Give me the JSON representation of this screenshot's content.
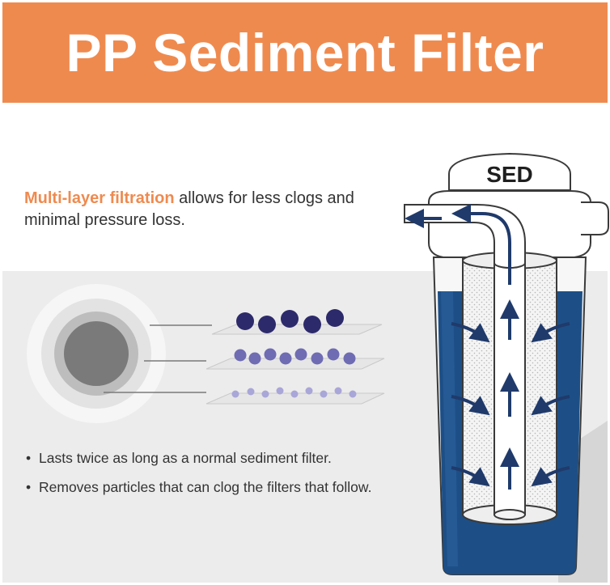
{
  "header": {
    "title": "PP Sediment Filter"
  },
  "intro": {
    "highlight": "Multi-layer filtration",
    "rest": " allows for less clogs and minimal pressure loss."
  },
  "bullets": [
    "Lasts twice as long as a normal sediment filter.",
    "Removes particles that can clog the filters that follow."
  ],
  "housing": {
    "label": "SED"
  },
  "colors": {
    "accent_orange": "#ef8a4f",
    "water_blue": "#1d4f86",
    "arrow_navy": "#1f3a6b",
    "particle_large": "#2d2a6b",
    "particle_medium": "#6f6cb3",
    "particle_small": "#a9a6d8"
  },
  "icons": [
    "flow-arrow-icon",
    "filter-cross-section-icon"
  ]
}
